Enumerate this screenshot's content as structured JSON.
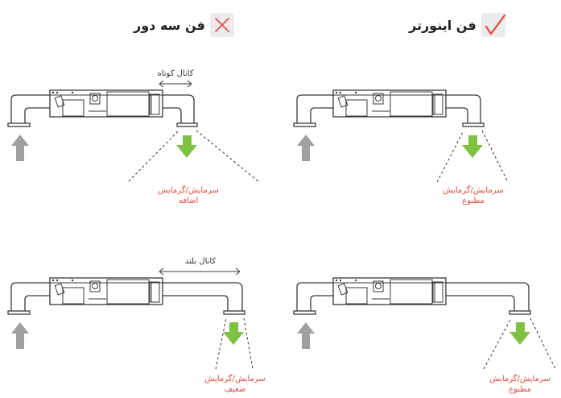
{
  "headings": {
    "inverter": {
      "title": "فن اینورتر",
      "icon": "check-icon",
      "color": "#e8473b"
    },
    "fixed_speed": {
      "title": "فن سه دور",
      "icon": "cross-icon",
      "color": "#e8473b"
    }
  },
  "panels": {
    "top_left": {
      "duct_label": "کانال کوتاه",
      "line1": "سرمایش/گرمایش",
      "line2": "اضافه"
    },
    "top_right": {
      "line1": "سرمایش/گرمایش",
      "line2": "مطبوع"
    },
    "bottom_left": {
      "duct_label": "کانال بلند",
      "line1": "سرمایش/گرمایش",
      "line2": "ضعیف"
    },
    "bottom_right": {
      "line1": "سرمایش/گرمایش",
      "line2": "مطبوع"
    }
  },
  "colors": {
    "supply_arrow": "#7dc242",
    "return_arrow": "#a0a0a0",
    "accent": "#e8473b"
  }
}
